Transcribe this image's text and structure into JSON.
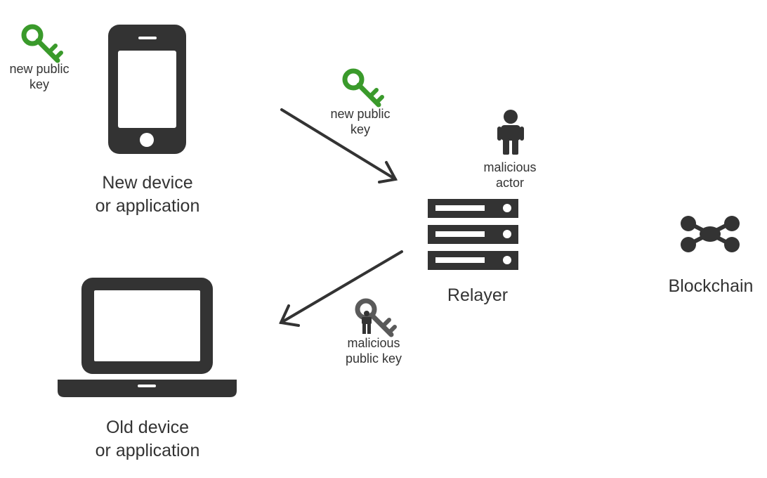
{
  "labels": {
    "key_top_left": [
      "new public",
      "key"
    ],
    "key_on_arrow": [
      "new public",
      "key"
    ],
    "malicious_actor": [
      "malicious",
      "actor"
    ],
    "malicious_key": [
      "malicious",
      "public key"
    ],
    "new_device": [
      "New device",
      "or application"
    ],
    "old_device": [
      "Old device",
      "or application"
    ],
    "relayer": "Relayer",
    "blockchain": "Blockchain"
  },
  "icons": {
    "good_key": "key-icon",
    "malicious_key": "malicious-key-icon",
    "actor": "person-icon",
    "phone": "smartphone-icon",
    "laptop": "laptop-icon",
    "server": "server-icon",
    "blockchain": "blockchain-network-icon"
  },
  "colors": {
    "key_green": "#3a9a2b",
    "key_grey": "#5a5a5a",
    "icon_dark": "#333333",
    "text": "#333333",
    "background": "#ffffff"
  }
}
